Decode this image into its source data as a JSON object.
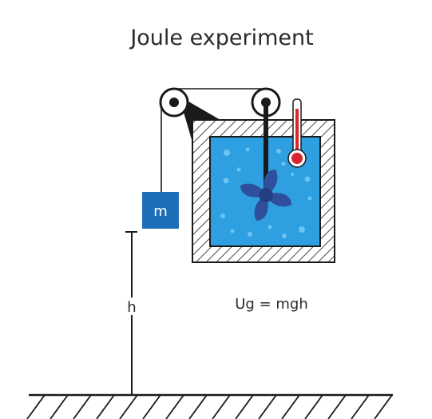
{
  "title": "Joule experiment",
  "mass_label": "m",
  "height_label": "h",
  "equation": "Ug = mgh",
  "colors": {
    "water": "#2e9fe0",
    "bubble": "#6cc4f2",
    "mass_block": "#1f6fb8",
    "paddle": "#2f4f9c",
    "thermometer_bulb": "#d7262e",
    "line": "#1a1a1a"
  }
}
